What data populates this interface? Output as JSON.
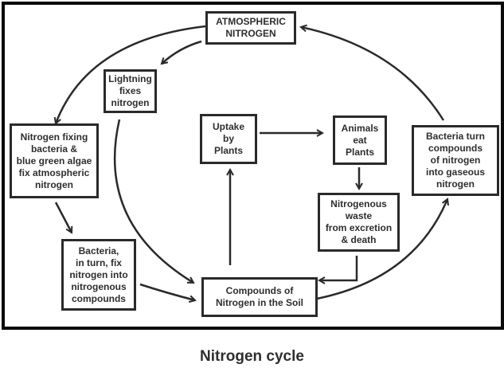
{
  "diagram": {
    "title": "Nitrogen cycle",
    "nodes": {
      "atmospheric_nitrogen": "ATMOSPHERIC\nNITROGEN",
      "lightning": "Lightning\nfixes\nnitrogen",
      "fixing_bacteria": "Nitrogen fixing\nbacteria &\nblue green algae\nfix atmospheric\nnitrogen",
      "bacteria_fix": "Bacteria,\nin turn, fix\nnitrogen into\nnitrogenous\ncompounds",
      "soil_compounds": "Compounds of\nNitrogen in the Soil",
      "uptake_plants": "Uptake\nby\nPlants",
      "animals_eat": "Animals\neat\nPlants",
      "nitrogenous_waste": "Nitrogenous\nwaste\nfrom excretion\n& death",
      "denitrifying_bacteria": "Bacteria turn\ncompounds\nof nitrogen\ninto gaseous\nnitrogen"
    },
    "edges": [
      {
        "from": "atmospheric_nitrogen",
        "to": "lightning"
      },
      {
        "from": "atmospheric_nitrogen",
        "to": "fixing_bacteria"
      },
      {
        "from": "fixing_bacteria",
        "to": "bacteria_fix"
      },
      {
        "from": "bacteria_fix",
        "to": "soil_compounds"
      },
      {
        "from": "lightning",
        "to": "soil_compounds"
      },
      {
        "from": "soil_compounds",
        "to": "uptake_plants"
      },
      {
        "from": "uptake_plants",
        "to": "animals_eat"
      },
      {
        "from": "animals_eat",
        "to": "nitrogenous_waste"
      },
      {
        "from": "nitrogenous_waste",
        "to": "soil_compounds"
      },
      {
        "from": "soil_compounds",
        "to": "denitrifying_bacteria"
      },
      {
        "from": "denitrifying_bacteria",
        "to": "atmospheric_nitrogen"
      }
    ],
    "colors": {
      "stroke": "#2a2a2a",
      "text": "#2e2e2e",
      "frame": "#0a0a0a"
    }
  }
}
